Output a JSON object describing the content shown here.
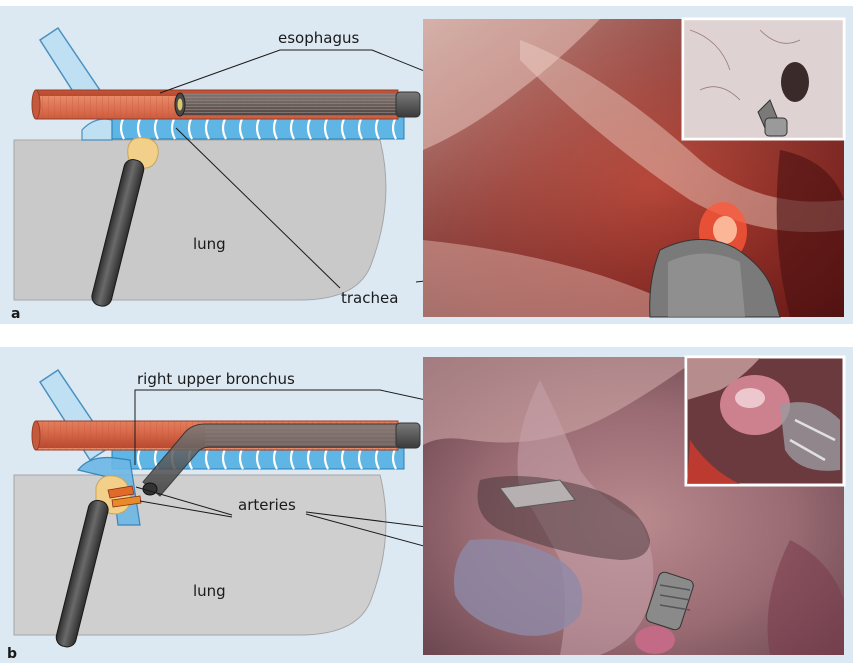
{
  "figure": {
    "panels": [
      {
        "letter": "a",
        "labels": {
          "esophagus": "esophagus",
          "lung": "lung",
          "trachea": "trachea"
        },
        "photo": "endoscopic view of esophagus and trachea with instrument",
        "inset": "close-up bronchial view with instrument tip"
      },
      {
        "letter": "b",
        "labels": {
          "bronchus": "right upper bronchus",
          "arteries": "arteries",
          "lung": "lung"
        },
        "photo": "endoscopic view of right upper bronchus and arteries with clips",
        "inset": "close-up of clipped tissue"
      }
    ],
    "colors": {
      "panel_bg": "#dde9f2",
      "esophagus": "#d9694a",
      "trachea": "#4aa3d9",
      "lung": "#d4d4d4",
      "scope": "#555555"
    }
  }
}
